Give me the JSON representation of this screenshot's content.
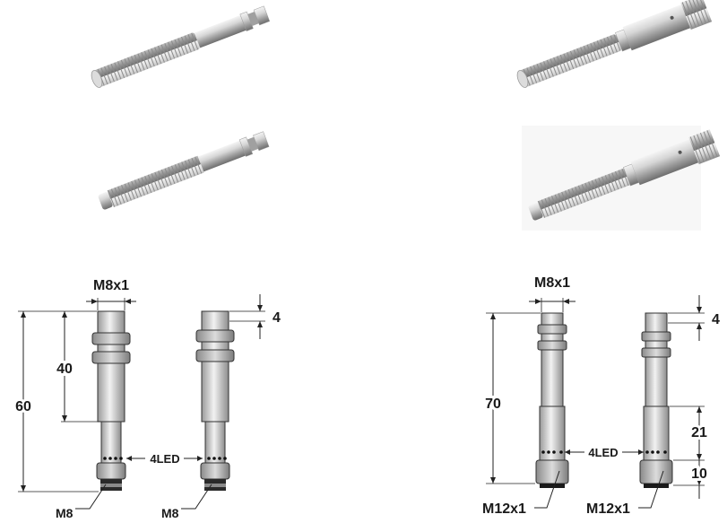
{
  "photos": [
    {
      "name": "sensor-photo-m8-flush-top"
    },
    {
      "name": "sensor-photo-m8-m12-top"
    },
    {
      "name": "sensor-photo-m8-nonflush"
    },
    {
      "name": "sensor-photo-m8-m12-nonflush"
    }
  ],
  "drawings": {
    "left": {
      "thread_label": "M8x1",
      "length_total": "60",
      "length_thread": "40",
      "protrusion": "4",
      "led_label": "4LED",
      "connector_label_a": "M8",
      "connector_label_b": "M8"
    },
    "right": {
      "thread_label": "M8x1",
      "length_total": "70",
      "protrusion": "4",
      "led_label": "4LED",
      "length_body": "21",
      "length_connector": "10",
      "connector_label_a": "M12x1",
      "connector_label_b": "M12x1"
    }
  },
  "colors": {
    "steel_light": "#e8e8e8",
    "steel_mid": "#b8b8b8",
    "steel_dark": "#7a7a7a",
    "line": "#222222",
    "connector_dark": "#2a2a2a"
  }
}
